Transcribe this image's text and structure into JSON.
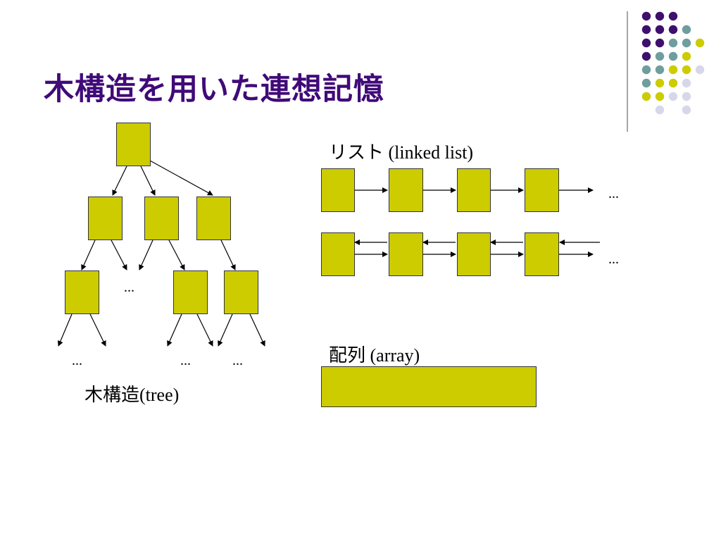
{
  "slide": {
    "title": "木構造を用いた連想記憶"
  },
  "diagram": {
    "tree": {
      "label": "木構造(tree)",
      "ellipsis": "..."
    },
    "list": {
      "label": "リスト (linked list)",
      "ellipsis": "..."
    },
    "array": {
      "label": "配列 (array)"
    }
  },
  "colors": {
    "title": "#400a78",
    "node_fill": "#cccc00",
    "node_border": "#333333",
    "accent_purple": "#3f0f6e",
    "accent_teal": "#6f9e9e",
    "accent_yellow": "#cccc00",
    "accent_lavender": "#d7d7ea"
  },
  "decoration": {
    "dot_grid": [
      [
        "purple",
        "purple",
        "purple",
        null,
        null
      ],
      [
        "purple",
        "purple",
        "purple",
        "teal",
        null
      ],
      [
        "purple",
        "purple",
        "teal",
        "teal",
        "yellow"
      ],
      [
        "purple",
        "teal",
        "teal",
        "yellow",
        null
      ],
      [
        "teal",
        "teal",
        "yellow",
        "yellow",
        "lavender"
      ],
      [
        "teal",
        "yellow",
        "yellow",
        "lavender",
        null
      ],
      [
        "yellow",
        "yellow",
        "lavender",
        "lavender",
        null
      ],
      [
        null,
        "lavender",
        null,
        "lavender",
        null
      ]
    ]
  }
}
